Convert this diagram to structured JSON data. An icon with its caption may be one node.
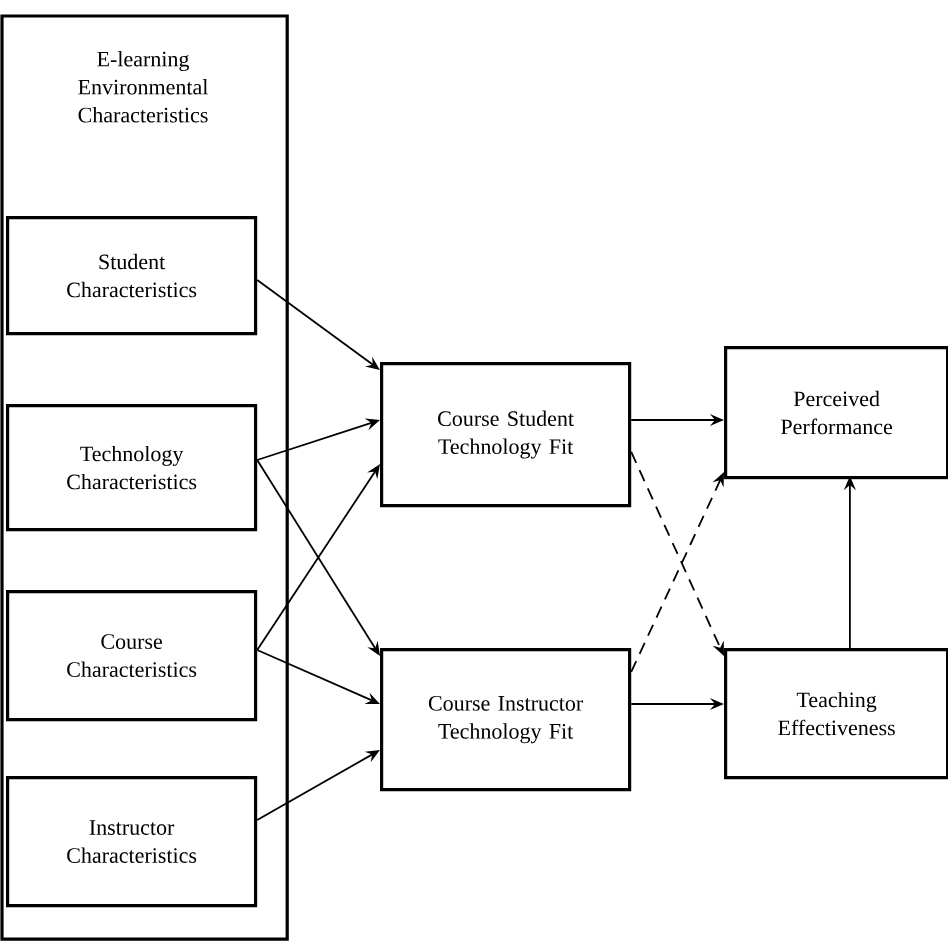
{
  "diagram": {
    "nodes": [
      {
        "text": [
          "E-learning Environmental Characteristics"
        ]
      },
      {
        "text": [
          "Student Characteristics"
        ],
        "in": 0
      },
      {
        "text": [
          "Technology Characteristics"
        ],
        "in": 0
      },
      {
        "text": [
          "Course Characteristics"
        ],
        "in": 0
      },
      {
        "text": [
          "Instructor Characteristics"
        ],
        "in": 0
      },
      {
        "text": [
          "Course Student Technology Fit"
        ]
      },
      {
        "text": [
          "Course Instructor Technology Fit"
        ]
      },
      {
        "text": [
          "Perceived Performance"
        ]
      },
      {
        "text": [
          "Teaching Effectiveness"
        ]
      }
    ],
    "edges": [
      {
        "from": 1,
        "to": 5,
        "arrow": "to"
      },
      {
        "from": 2,
        "to": 5,
        "arrow": "to"
      },
      {
        "from": 2,
        "to": 6,
        "arrow": "to"
      },
      {
        "from": 3,
        "to": 5,
        "arrow": "to"
      },
      {
        "from": 3,
        "to": 6,
        "arrow": "to"
      },
      {
        "from": 4,
        "to": 6,
        "arrow": "to"
      },
      {
        "from": 5,
        "to": 7,
        "arrow": "to"
      },
      {
        "from": 5,
        "to": 8,
        "arrow": "to",
        "style": "dashed"
      },
      {
        "from": 6,
        "to": 7,
        "arrow": "to",
        "style": "dashed"
      },
      {
        "from": 6,
        "to": 8,
        "arrow": "to"
      },
      {
        "from": 8,
        "to": 7,
        "arrow": "to"
      }
    ]
  }
}
